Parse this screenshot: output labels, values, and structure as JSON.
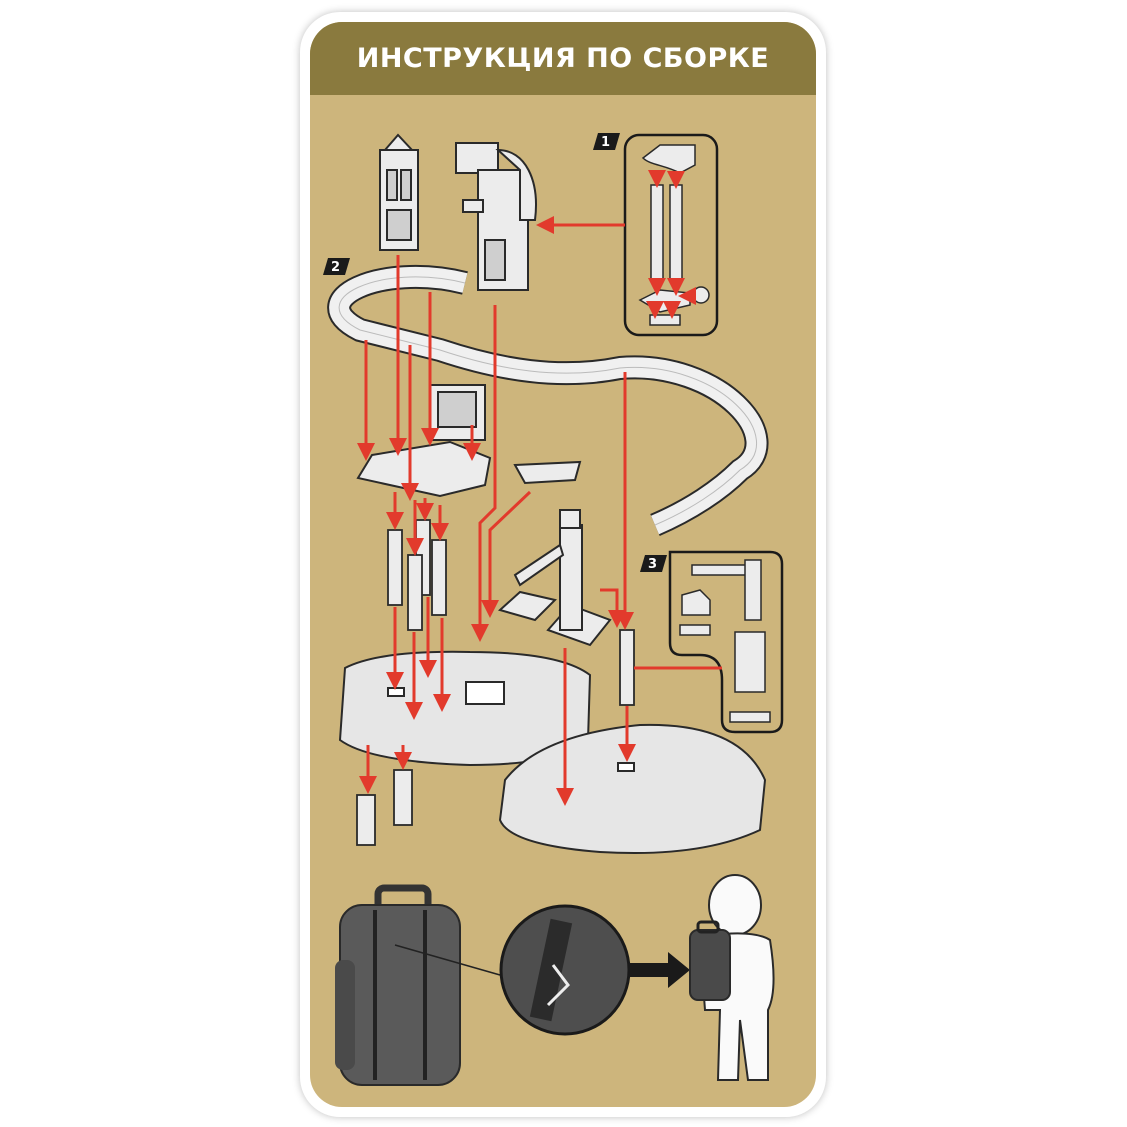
{
  "header": {
    "title": "ИНСТРУКЦИЯ ПО СБОРКЕ"
  },
  "steps": [
    {
      "number": "1"
    },
    {
      "number": "2"
    },
    {
      "number": "3"
    }
  ],
  "colors": {
    "header": "#8a7a3e",
    "background": "#cdb57c",
    "arrow": "#e23a2c",
    "part": "#ececec",
    "outline": "#2a2a2a"
  }
}
